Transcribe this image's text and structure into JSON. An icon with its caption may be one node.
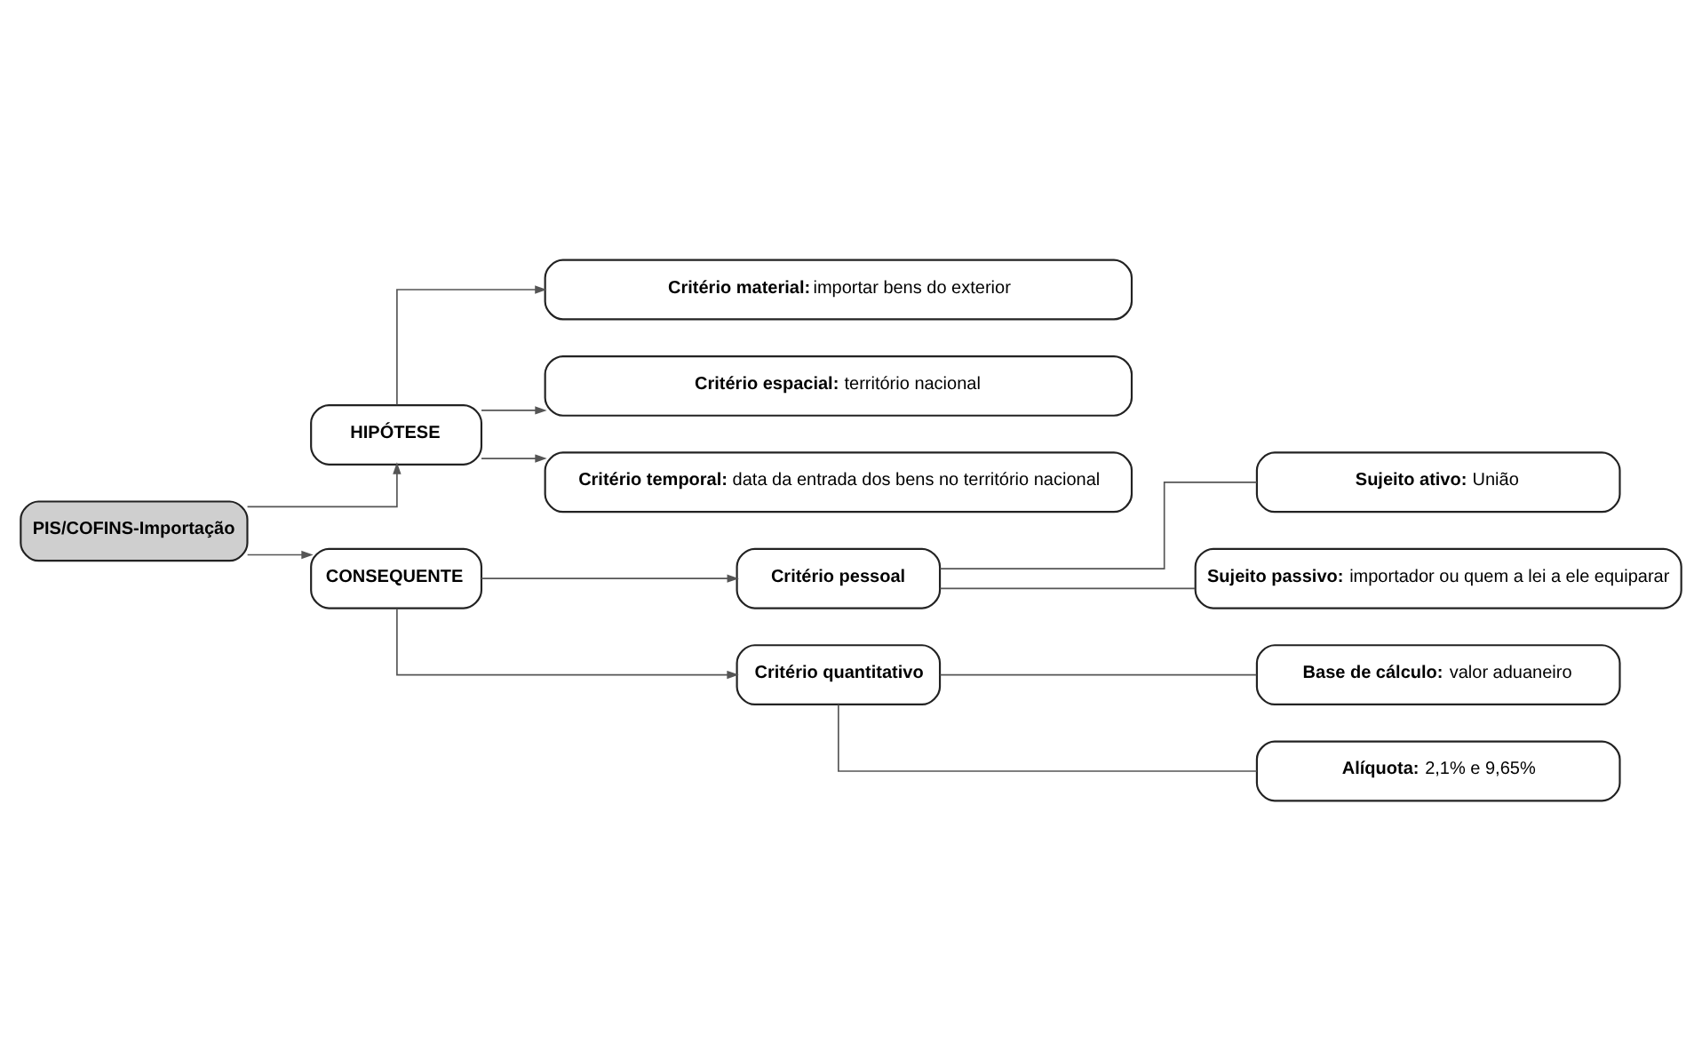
{
  "diagram": {
    "nodes": [
      {
        "text": [
          "PIS/COFINS-Importação"
        ]
      },
      {
        "text": [
          "HIPÓTESE"
        ]
      },
      {
        "text": [
          "CONSEQUENTE"
        ]
      },
      {
        "text": [
          "**Critério material:** importar bens do exterior"
        ]
      },
      {
        "text": [
          "**Critério espacial:** território nacional"
        ]
      },
      {
        "text": [
          "**Critério temporal:** data da entrada dos bens no território nacional"
        ]
      },
      {
        "text": [
          "Critério pessoal"
        ]
      },
      {
        "text": [
          "Critério quantitativo"
        ]
      },
      {
        "text": [
          "**Sujeito ativo:** União"
        ]
      },
      {
        "text": [
          "**Sujeito passivo:** importador ou quem a lei a ele equiparar"
        ]
      },
      {
        "text": [
          "**Base de cálculo:** valor aduaneiro"
        ]
      },
      {
        "text": [
          "**Alíquota:** 2,1% e 9,65%"
        ]
      }
    ],
    "edges": [
      {
        "from": 0,
        "to": 1,
        "arrow": "to"
      },
      {
        "from": 0,
        "to": 2,
        "arrow": "to"
      },
      {
        "from": 1,
        "to": 3,
        "arrow": "to"
      },
      {
        "from": 1,
        "to": 4,
        "arrow": "to"
      },
      {
        "from": 1,
        "to": 5,
        "arrow": "to"
      },
      {
        "from": 2,
        "to": 6,
        "arrow": "to"
      },
      {
        "from": 2,
        "to": 7,
        "arrow": "to"
      },
      {
        "from": 6,
        "to": 8,
        "arrow": "none"
      },
      {
        "from": 6,
        "to": 9,
        "arrow": "none"
      },
      {
        "from": 7,
        "to": 10,
        "arrow": "none"
      },
      {
        "from": 7,
        "to": 11,
        "arrow": "none"
      }
    ]
  }
}
